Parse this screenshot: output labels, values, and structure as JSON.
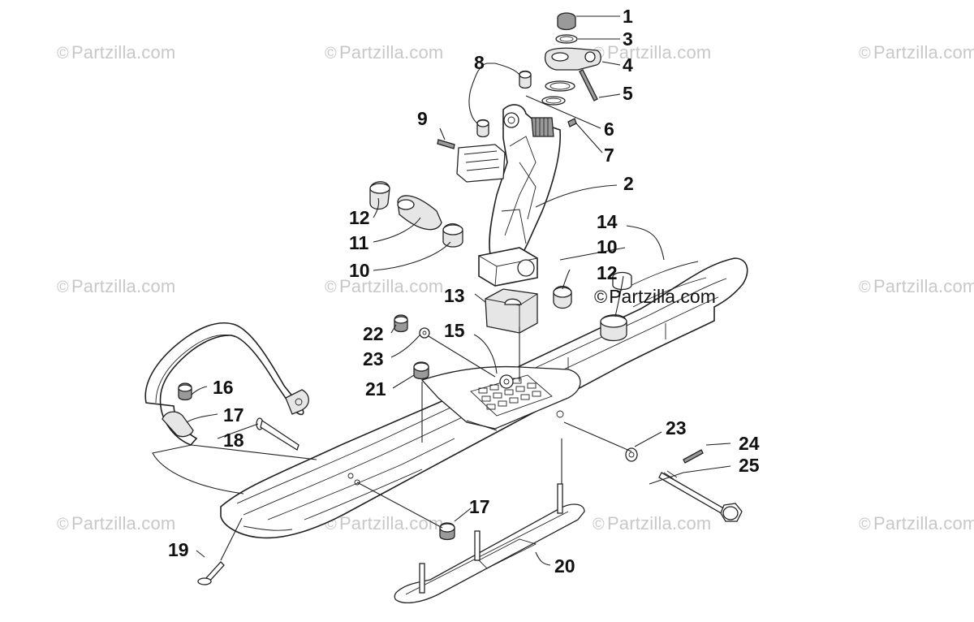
{
  "watermark": {
    "symbol": "©",
    "text": "Partzilla.com"
  },
  "brand": {
    "symbol": "©",
    "text": "Partzilla.com"
  },
  "callouts": [
    {
      "id": "c1",
      "label": "1"
    },
    {
      "id": "c3",
      "label": "3"
    },
    {
      "id": "c4",
      "label": "4"
    },
    {
      "id": "c5",
      "label": "5"
    },
    {
      "id": "c8",
      "label": "8"
    },
    {
      "id": "c9",
      "label": "9"
    },
    {
      "id": "c6",
      "label": "6"
    },
    {
      "id": "c7",
      "label": "7"
    },
    {
      "id": "c2",
      "label": "2"
    },
    {
      "id": "c14",
      "label": "14"
    },
    {
      "id": "c12a",
      "label": "12"
    },
    {
      "id": "c10a",
      "label": "10"
    },
    {
      "id": "c11",
      "label": "11"
    },
    {
      "id": "c12b",
      "label": "12"
    },
    {
      "id": "c10b",
      "label": "10"
    },
    {
      "id": "c13",
      "label": "13"
    },
    {
      "id": "c22",
      "label": "22"
    },
    {
      "id": "c15",
      "label": "15"
    },
    {
      "id": "c23a",
      "label": "23"
    },
    {
      "id": "c21",
      "label": "21"
    },
    {
      "id": "c16",
      "label": "16"
    },
    {
      "id": "c17a",
      "label": "17"
    },
    {
      "id": "c18",
      "label": "18"
    },
    {
      "id": "c23b",
      "label": "23"
    },
    {
      "id": "c24",
      "label": "24"
    },
    {
      "id": "c25",
      "label": "25"
    },
    {
      "id": "c17b",
      "label": "17"
    },
    {
      "id": "c19",
      "label": "19"
    },
    {
      "id": "c20",
      "label": "20"
    }
  ]
}
